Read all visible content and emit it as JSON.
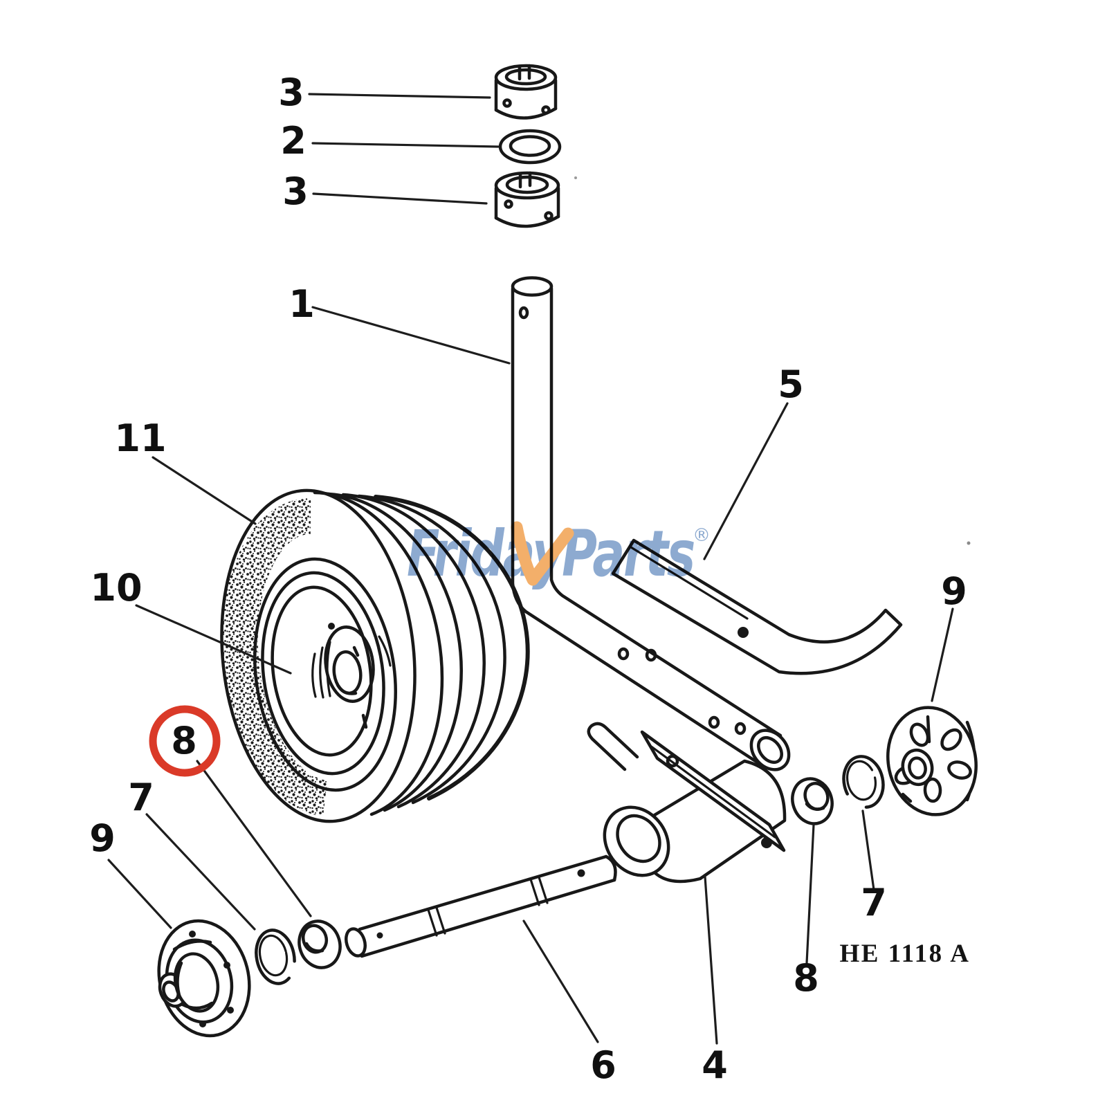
{
  "canvas": {
    "background": "#ffffff",
    "line_color": "#181818"
  },
  "watermark": {
    "brand": "FridayParts",
    "registered_mark": "®",
    "brand_color": "#84a4cd",
    "check_color": "#f2a95f",
    "check_icon": "check-swoosh-icon"
  },
  "drawing_code": "HE 1118 A",
  "highlight": {
    "part_label": "8",
    "color": "#da3a28"
  },
  "callouts": {
    "collar_top": {
      "label": "3"
    },
    "washer": {
      "label": "2"
    },
    "collar_bottom": {
      "label": "3"
    },
    "post": {
      "label": "1"
    },
    "support_arm": {
      "label": "5"
    },
    "tire": {
      "label": "11"
    },
    "wheel_disc": {
      "label": "10"
    },
    "bearing_left": {
      "label": "8"
    },
    "snap_ring_left": {
      "label": "7"
    },
    "hub_left": {
      "label": "9"
    },
    "axle_shaft": {
      "label": "6"
    },
    "axle_bracket": {
      "label": "4"
    },
    "bearing_right": {
      "label": "8"
    },
    "snap_ring_right": {
      "label": "7"
    },
    "hub_right": {
      "label": "9"
    }
  }
}
